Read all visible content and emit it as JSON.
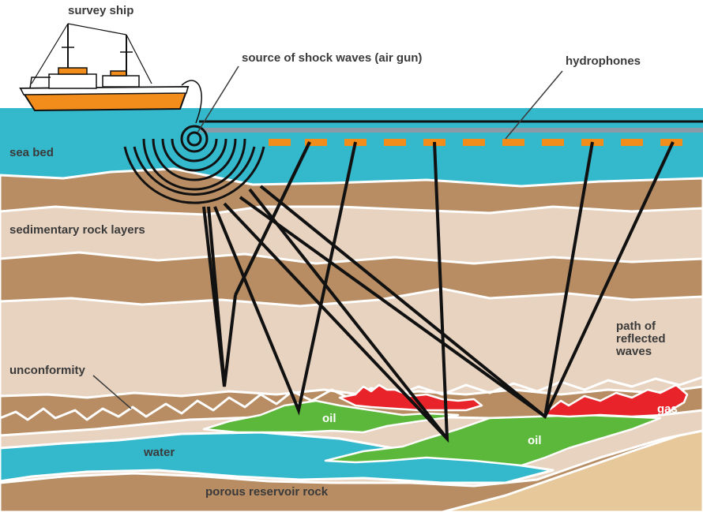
{
  "labels": {
    "survey_ship": "survey ship",
    "source": "source of shock waves (air gun)",
    "hydrophones": "hydrophones",
    "sea_bed": "sea bed",
    "sedimentary": "sedimentary rock layers",
    "path_line1": "path of",
    "path_line2": "reflected",
    "path_line3": "waves",
    "unconformity": "unconformity",
    "oil_left": "oil",
    "oil_right": "oil",
    "gas": "gas",
    "water": "water",
    "porous": "porous reservoir rock"
  },
  "colors": {
    "sea": "#34b8cc",
    "rock_dark": "#b88d63",
    "rock_light": "#e8d3c0",
    "oil": "#5cb83a",
    "gas": "#e8242a",
    "water": "#34b8cc",
    "hull": "#f28c1a",
    "sand": "#e6c89a"
  }
}
